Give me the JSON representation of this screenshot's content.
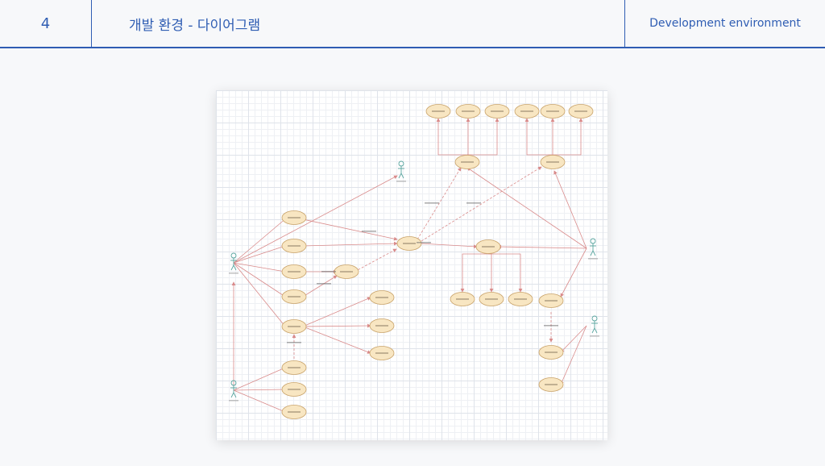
{
  "header": {
    "page_number": "4",
    "title": "개발 환경 - 다이어그램",
    "subtitle": "Development environment"
  },
  "colors": {
    "accent": "#2f5db3",
    "usecase_fill": "#f8e6c2",
    "usecase_stroke": "#c9a36a",
    "actor": "#5aa6a0",
    "edge": "#d98b8b"
  }
}
